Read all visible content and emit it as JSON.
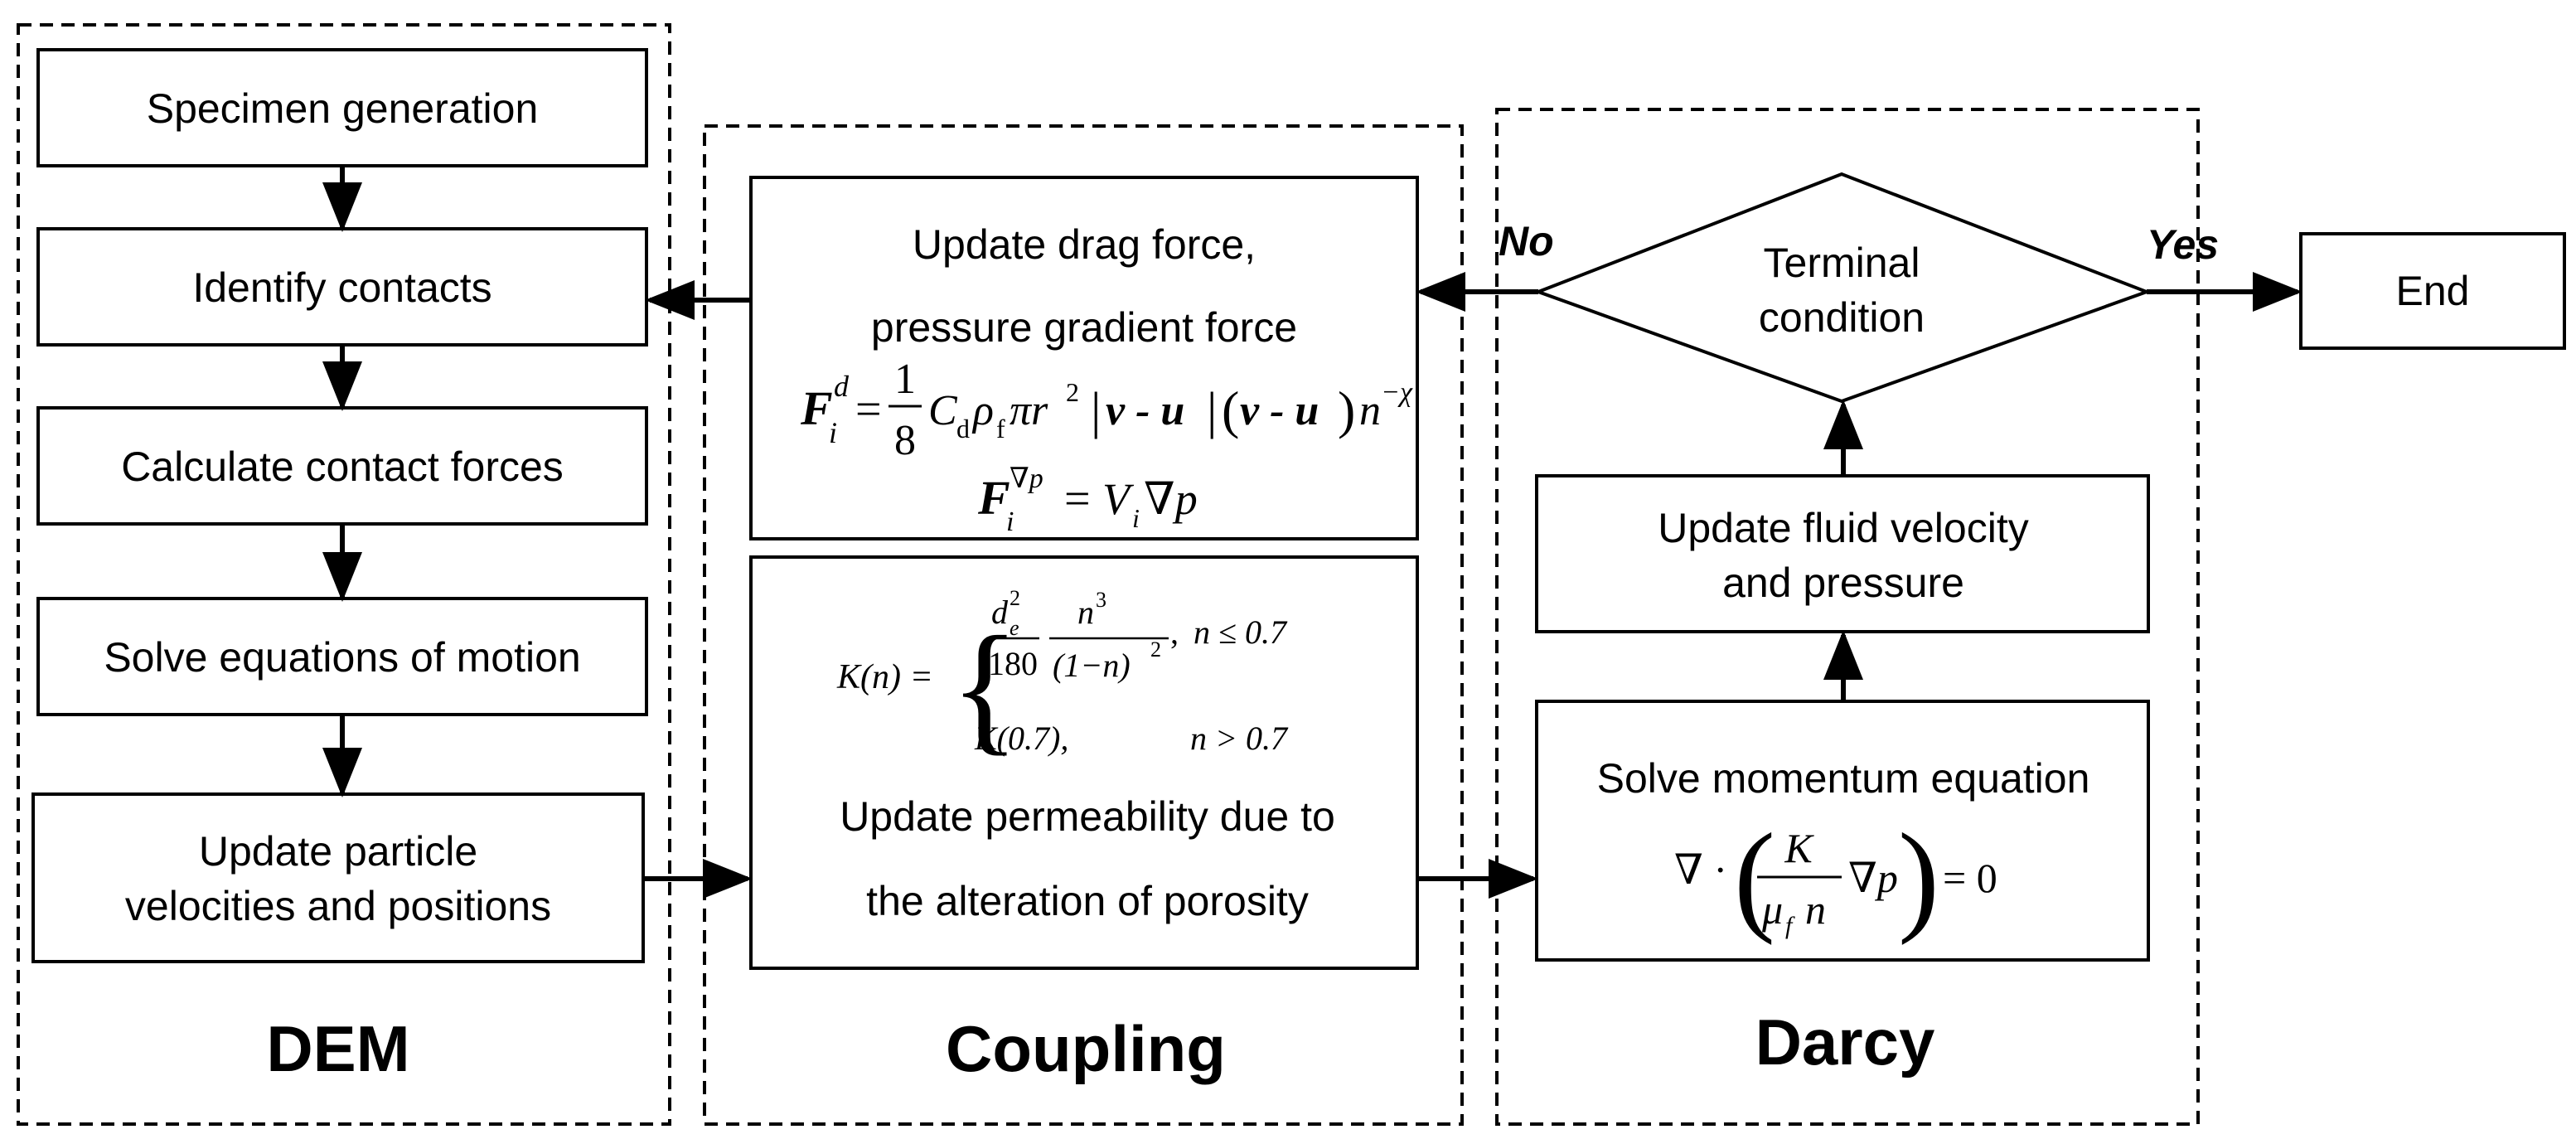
{
  "groups": {
    "dem": "DEM",
    "coupling": "Coupling",
    "darcy": "Darcy"
  },
  "dem_steps": [
    [
      "Specimen generation"
    ],
    [
      "Identify contacts"
    ],
    [
      "Calculate contact forces"
    ],
    [
      "Solve equations of motion"
    ],
    [
      "Update particle",
      "velocities and positions"
    ]
  ],
  "coupling": {
    "drag_title_line1": "Update drag force,",
    "drag_title_line2": "pressure gradient force",
    "permeability_line1": "Update permeability due to",
    "permeability_line2": "the alteration of porosity"
  },
  "darcy": {
    "decision_line1": "Terminal",
    "decision_line2": "condition",
    "update_line1": "Update fluid velocity",
    "update_line2": "and pressure",
    "solve_label": "Solve momentum equation"
  },
  "end_label": "End",
  "branch_no": "No",
  "branch_yes": "Yes",
  "equations": {
    "drag": {
      "lhs_F": "F",
      "lhs_sub": "i",
      "lhs_sup": "d",
      "eq": "=",
      "frac_num": "1",
      "frac_den": "8",
      "cd": "C",
      "cd_sub": "d",
      "rho": "ρ",
      "rho_sub": "f",
      "pi_r2": "πr",
      "pow2": "2",
      "abs_left": "|",
      "vu1": "v - u",
      "abs_right": "|",
      "paren_left": "(",
      "vu2": "v - u",
      "paren_right": ")",
      "n": "n",
      "exp": "−χ"
    },
    "pgrad": {
      "lhs_F": "F",
      "lhs_sub": "i",
      "lhs_sup": "∇p",
      "eq": "=",
      "V": "V",
      "V_sub": "i",
      "grad_p": "∇p"
    },
    "perm": {
      "lhs": "K(n) =",
      "brace": "{",
      "de": "d",
      "de_sub": "e",
      "de_sup": "2",
      "c180": "180",
      "n3": "n",
      "n3_sup": "3",
      "one_minus_n": "(1−n)",
      "pow2": "2",
      "comma": ",",
      "cond1": "n ≤ 0.7",
      "case2": "K(0.7),",
      "cond2": "n > 0.7"
    },
    "darcy": {
      "nabla_dot": "∇ ·",
      "K": "K",
      "mu": "μ",
      "mu_sub": "f",
      "n": "n",
      "paren_left": "(",
      "paren_right": ")",
      "grad_p": "∇p",
      "eq_zero": "= 0"
    }
  }
}
